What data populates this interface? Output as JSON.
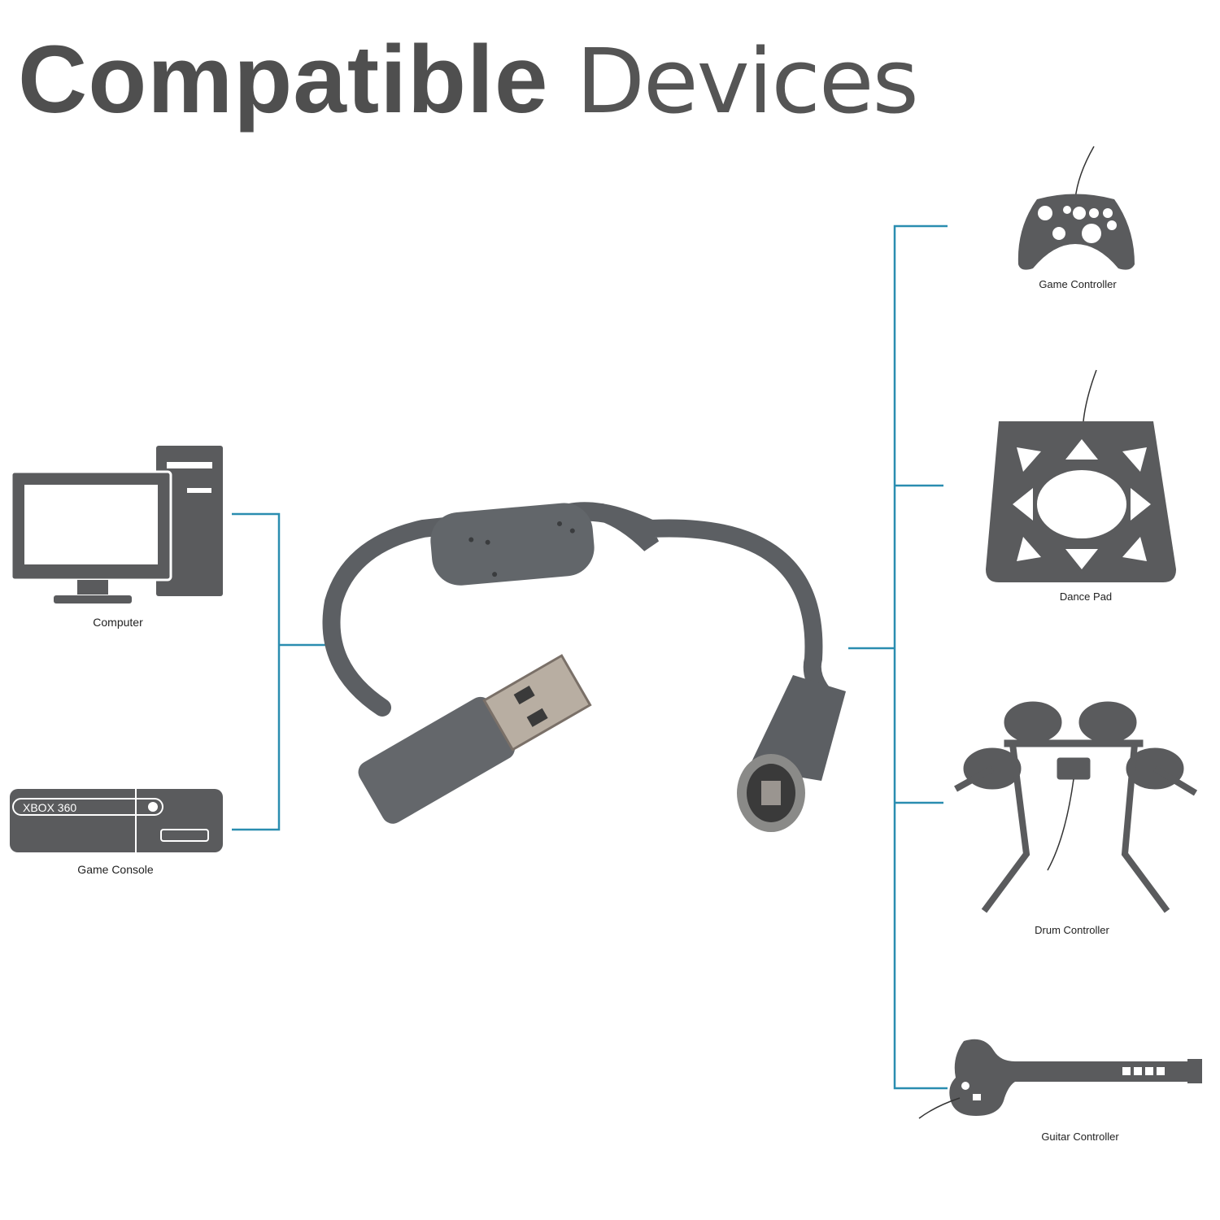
{
  "title": {
    "bold": "Compatible",
    "light": "Devices"
  },
  "colors": {
    "icon": "#5a5b5d",
    "connector_line": "#2a8db0",
    "title": "#4f4f4f"
  },
  "left_devices": [
    {
      "label": "Computer",
      "icon": "desktop-computer-icon"
    },
    {
      "label": "Game Console",
      "icon": "game-console-icon",
      "console_text": "XBOX 360"
    }
  ],
  "right_devices": [
    {
      "label": "Game Controller",
      "icon": "gamepad-icon"
    },
    {
      "label": "Dance Pad",
      "icon": "dance-pad-icon"
    },
    {
      "label": "Drum Controller",
      "icon": "drum-kit-icon"
    },
    {
      "label": "Guitar Controller",
      "icon": "guitar-icon"
    }
  ],
  "center": {
    "product": "usb-breakaway-cable-image"
  }
}
